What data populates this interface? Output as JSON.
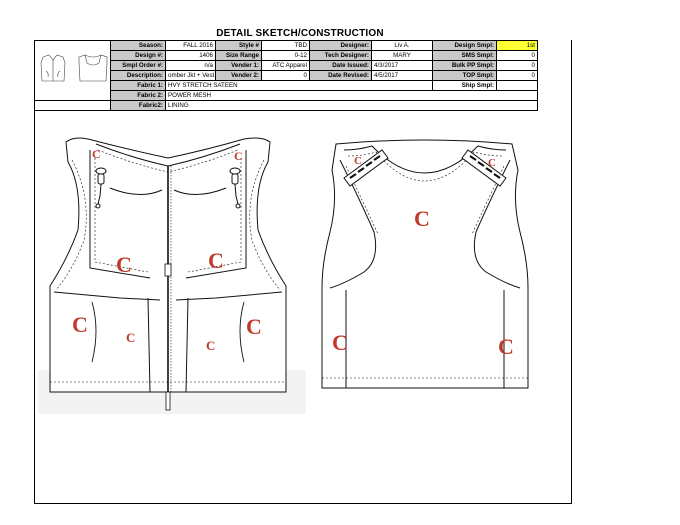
{
  "header": {
    "title": "DETAIL SKETCH/CONSTRUCTION"
  },
  "spec": {
    "season_label": "Season:",
    "season": "FALL 2016",
    "style_label": "Style #",
    "style": "TBD",
    "designer_label": "Designer:",
    "designer": "Liv A.",
    "design_smpl_label": "Design Smpl:",
    "design_smpl": "1st",
    "design_no_label": "Design #:",
    "design_no": "1406",
    "size_range_label": "Size Range",
    "size_range": "0-12",
    "tech_designer_label": "Tech Designer:",
    "tech_designer": "MARY",
    "sms_smpl_label": "SMS Smpl:",
    "sms_smpl": "0",
    "smpl_order_label": "Smpl Order #:",
    "smpl_order": "n/a",
    "vender1_label": "Vender 1:",
    "vender1": "ATC Apparel",
    "date_issued_label": "Date Issued:",
    "date_issued": "4/3/2017",
    "bulk_pp_label": "Bulk PP Smpl:",
    "bulk_pp": "0",
    "description_label": "Description:",
    "description": "omber Jkt + Vest",
    "vender2_label": "Vender 2:",
    "vender2": "0",
    "date_revised_label": "Date Revised:",
    "date_revised": "4/5/2017",
    "top_smpl_label": "TOP Smpl:",
    "top_smpl": "0",
    "fabric1_label": "Fabric 1:",
    "fabric1": "HVY STRETCH SATEEN",
    "ship_smpl_label": "Ship Smpl:",
    "ship_smpl": "",
    "fabric2_label": "Fabric 2:",
    "fabric2": "POWER MESH",
    "fabric3_label": "Fabric2:",
    "fabric3": "LINING"
  },
  "sketch": {
    "fabric_code": "C",
    "mark_color": "#c0392b"
  }
}
